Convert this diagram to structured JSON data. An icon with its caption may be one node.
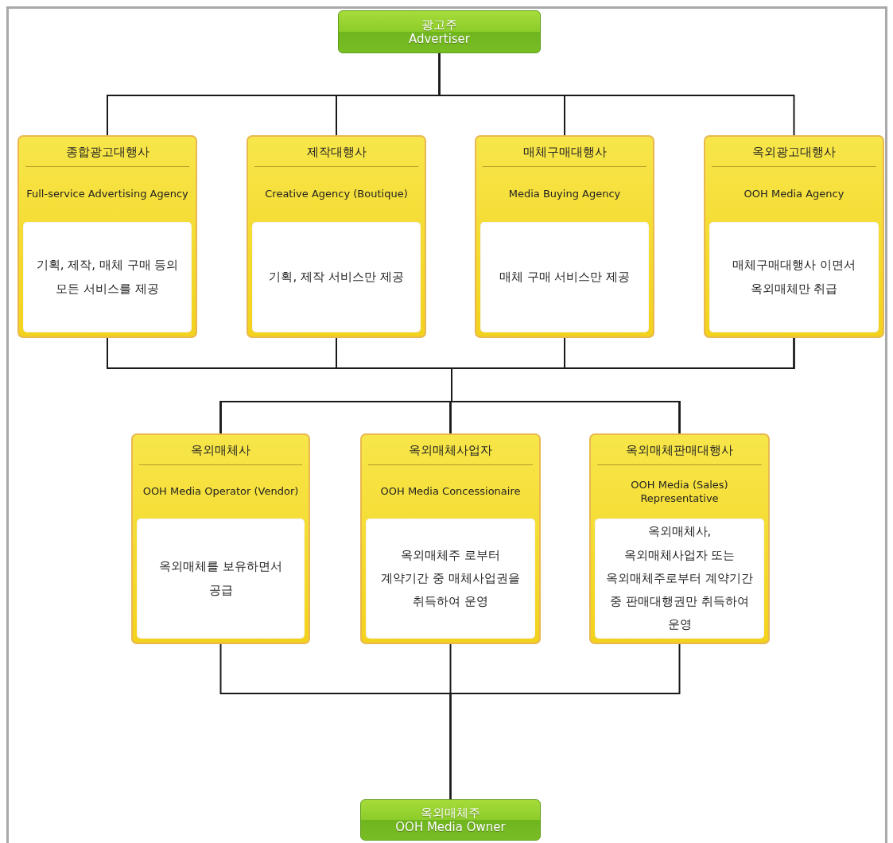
{
  "diagram": {
    "nodes": [
      {
        "text": [
          "광고주",
          "Advertiser"
        ]
      },
      {
        "text": [
          "종합광고대행사",
          "Full-service Advertising Agency",
          "기획, 제작, 매체 구매 등의 모든 서비스를 제공"
        ]
      },
      {
        "text": [
          "제작대행사",
          "Creative Agency (Boutique)",
          "기획, 제작 서비스만 제공"
        ]
      },
      {
        "text": [
          "매체구매대행사",
          "Media Buying Agency",
          "매체 구매 서비스만 제공"
        ]
      },
      {
        "text": [
          "옥외광고대행사",
          "OOH Media Agency",
          "매체구매대행사 이면서 옥외매체만 취급"
        ]
      },
      {
        "text": [
          "옥외매체사",
          "OOH Media Operator (Vendor)",
          "옥외매체를 보유하면서 공급"
        ]
      },
      {
        "text": [
          "옥외매체사업자",
          "OOH Media Concessionaire",
          "옥외매체주 로부터 계약기간 중 매체사업권을 취득하여 운영"
        ]
      },
      {
        "text": [
          "옥외매체판매대행사",
          "OOH Media (Sales) Representative",
          "옥외매체사, 옥외매체사업자 또는 옥외매체주로부터 계약기간 중 판매대행권만 취득하여 운영"
        ]
      },
      {
        "text": [
          "옥외매체주",
          "OOH Media Owner"
        ]
      }
    ],
    "edges": [
      {
        "from": 0,
        "to": 1,
        "arrow": "none"
      },
      {
        "from": 0,
        "to": 2,
        "arrow": "none"
      },
      {
        "from": 0,
        "to": 3,
        "arrow": "none"
      },
      {
        "from": 0,
        "to": 4,
        "arrow": "none"
      },
      {
        "from": 1,
        "to": 5,
        "arrow": "none"
      },
      {
        "from": 1,
        "to": 6,
        "arrow": "none"
      },
      {
        "from": 1,
        "to": 7,
        "arrow": "none"
      },
      {
        "from": 2,
        "to": 5,
        "arrow": "none"
      },
      {
        "from": 2,
        "to": 6,
        "arrow": "none"
      },
      {
        "from": 2,
        "to": 7,
        "arrow": "none"
      },
      {
        "from": 3,
        "to": 5,
        "arrow": "none"
      },
      {
        "from": 3,
        "to": 6,
        "arrow": "none"
      },
      {
        "from": 3,
        "to": 7,
        "arrow": "none"
      },
      {
        "from": 4,
        "to": 5,
        "arrow": "none"
      },
      {
        "from": 4,
        "to": 6,
        "arrow": "none"
      },
      {
        "from": 4,
        "to": 7,
        "arrow": "none"
      },
      {
        "from": 5,
        "to": 8,
        "arrow": "none"
      },
      {
        "from": 6,
        "to": 8,
        "arrow": "none"
      },
      {
        "from": 7,
        "to": 8,
        "arrow": "none"
      }
    ]
  }
}
